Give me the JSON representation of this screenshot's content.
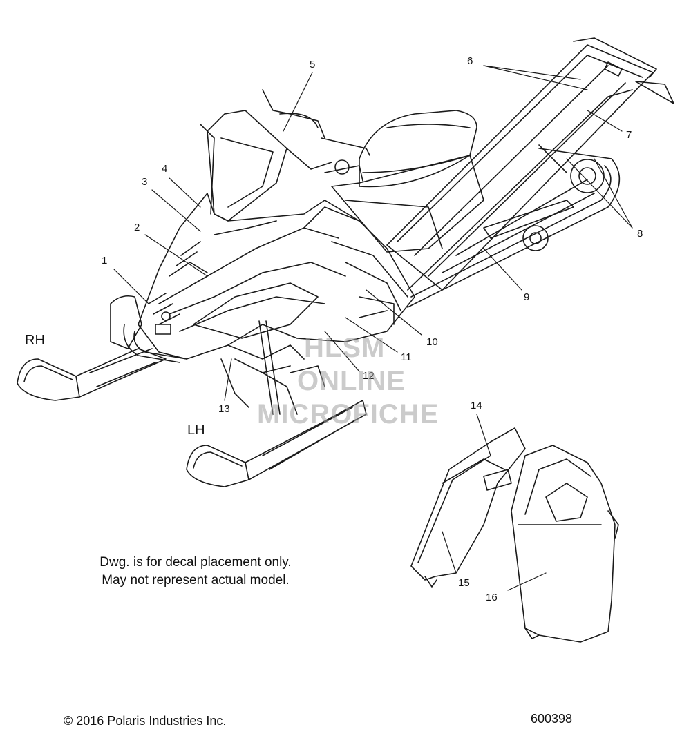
{
  "callouts": {
    "c1": "1",
    "c2": "2",
    "c3": "3",
    "c4": "4",
    "c5": "5",
    "c6": "6",
    "c7": "7",
    "c8": "8",
    "c9": "9",
    "c10": "10",
    "c11": "11",
    "c12": "12",
    "c13": "13",
    "c14": "14",
    "c15": "15",
    "c16": "16"
  },
  "side_labels": {
    "rh": "RH",
    "lh": "LH"
  },
  "note": {
    "line1": "Dwg. is for decal placement only.",
    "line2": "May not represent actual model."
  },
  "footer": {
    "copyright": "© 2016 Polaris Industries Inc.",
    "drawing_number": "600398"
  },
  "watermark": {
    "line1": "HLSM",
    "line2": "ONLINE",
    "line3": "MICROFICHE"
  },
  "colors": {
    "line": "#1a1a1a",
    "background": "#ffffff",
    "watermark": "#a0a0a0"
  }
}
